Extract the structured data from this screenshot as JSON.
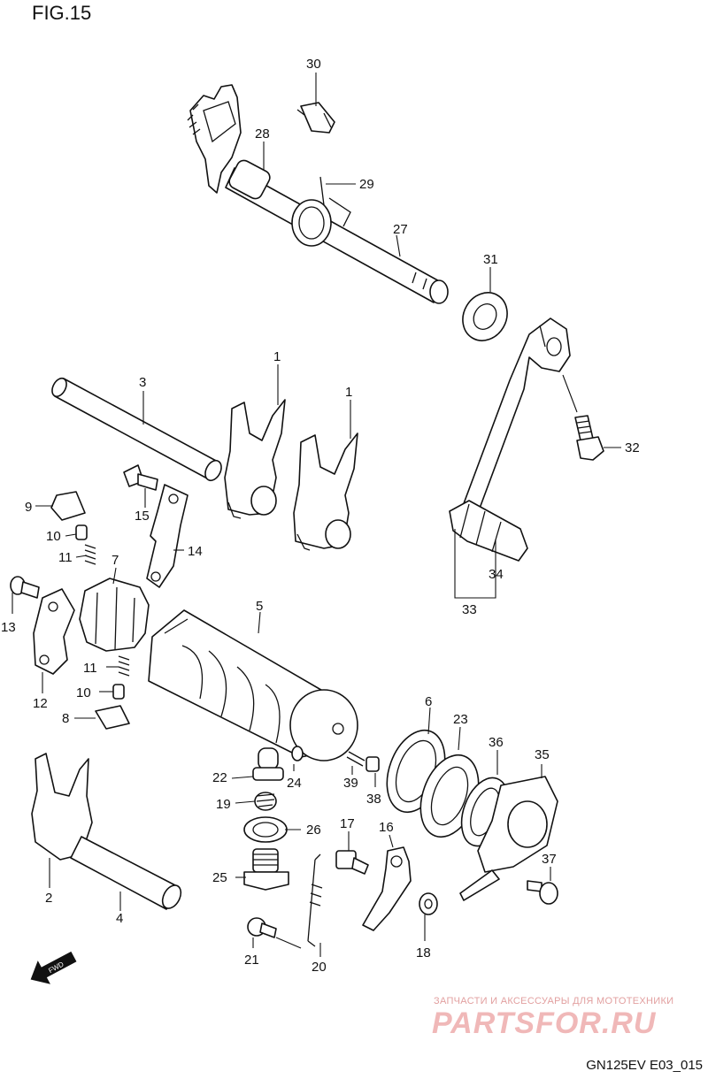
{
  "figure_title": "FIG.15",
  "diagram_code": "GN125EV E03_015",
  "watermark": {
    "tagline": "ЗАПЧАСТИ И АКСЕССУАРЫ ДЛЯ МОТОТЕХНИКИ",
    "logo_text": "PARTSFOR.RU"
  },
  "fwd_label": "FWD",
  "part_labels": {
    "p1a": "1",
    "p1b": "1",
    "p2": "2",
    "p3": "3",
    "p4": "4",
    "p5": "5",
    "p6": "6",
    "p7": "7",
    "p8": "8",
    "p9": "9",
    "p10a": "10",
    "p10b": "10",
    "p11a": "11",
    "p11b": "11",
    "p12": "12",
    "p13": "13",
    "p14": "14",
    "p15": "15",
    "p16": "16",
    "p17": "17",
    "p18": "18",
    "p19": "19",
    "p20": "20",
    "p21": "21",
    "p22": "22",
    "p23": "23",
    "p24": "24",
    "p25": "25",
    "p26": "26",
    "p27": "27",
    "p28": "28",
    "p29": "29",
    "p30": "30",
    "p31": "31",
    "p32": "32",
    "p33": "33",
    "p34": "34",
    "p35": "35",
    "p36": "36",
    "p37": "37",
    "p38": "38",
    "p39": "39"
  },
  "colors": {
    "line": "#111111",
    "watermark": "#f0b8b8"
  }
}
